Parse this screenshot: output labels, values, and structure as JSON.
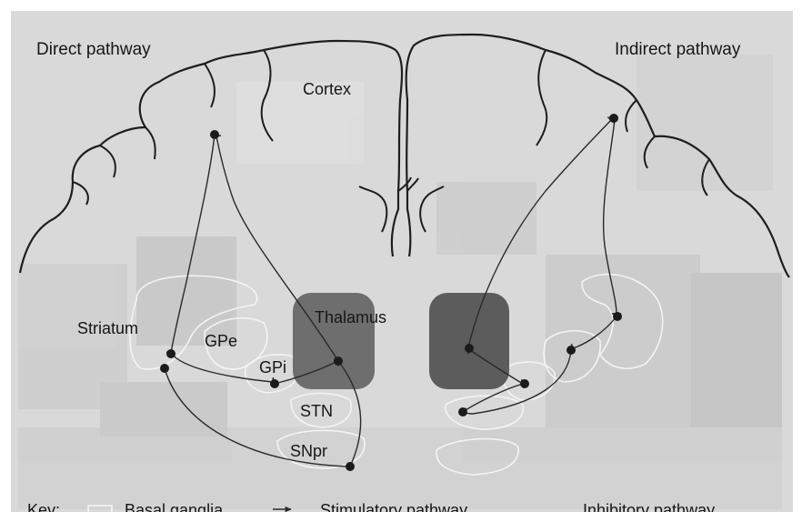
{
  "diagram": {
    "titles": {
      "direct": "Direct pathway",
      "indirect": "Indirect pathway"
    },
    "regions": {
      "cortex": "Cortex",
      "thalamus": "Thalamus",
      "striatum": "Striatum",
      "gpe": "GPe",
      "gpi": "GPi",
      "stn": "STN",
      "snpr": "SNpr"
    },
    "key": {
      "key_label": "Key:",
      "basal_ganglia": "Basal ganglia",
      "stimulatory": "Stimulatory pathway",
      "inhibitory": "Inhibitory pathway"
    }
  },
  "colors": {
    "background": "#d9d9d9",
    "outline": "#1e1e1e",
    "thalamus_fill": "#6e6e6e",
    "pathway": "#2a2a2a",
    "basal_ganglia_outline": "#f4f4f4",
    "text": "#161616"
  }
}
